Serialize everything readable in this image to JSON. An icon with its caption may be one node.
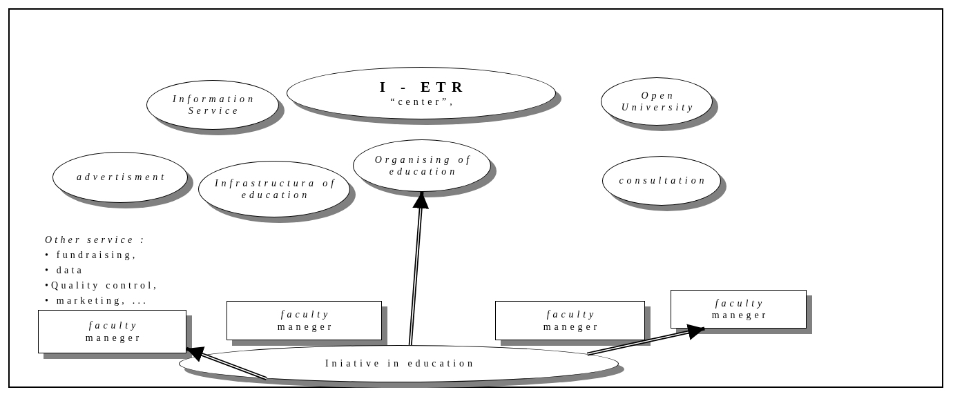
{
  "diagram": {
    "nodes": [
      {
        "text": [
          "I - ETR",
          "“center”,"
        ]
      },
      {
        "text": [
          "Information Service"
        ]
      },
      {
        "text": [
          "Open University"
        ]
      },
      {
        "text": [
          "advertisment"
        ]
      },
      {
        "text": [
          "Infrastructura of education"
        ]
      },
      {
        "text": [
          "Organising of education"
        ]
      },
      {
        "text": [
          "consultation"
        ]
      },
      {
        "text": [
          "faculty",
          "maneger"
        ]
      },
      {
        "text": [
          "faculty",
          "maneger"
        ]
      },
      {
        "text": [
          "faculty",
          "maneger"
        ]
      },
      {
        "text": [
          "faculty",
          "maneger"
        ]
      },
      {
        "text": [
          "Iniative in education"
        ]
      }
    ],
    "edges": [
      {
        "from": 11,
        "to": 5,
        "arrow": "to"
      },
      {
        "from": 11,
        "to": 7,
        "arrow": "to"
      },
      {
        "from": 11,
        "to": 10,
        "arrow": "to"
      }
    ],
    "labels": [
      "Other service :",
      "• fundraising,",
      "• data",
      "•Quality control,",
      "• marketing, ..."
    ]
  }
}
